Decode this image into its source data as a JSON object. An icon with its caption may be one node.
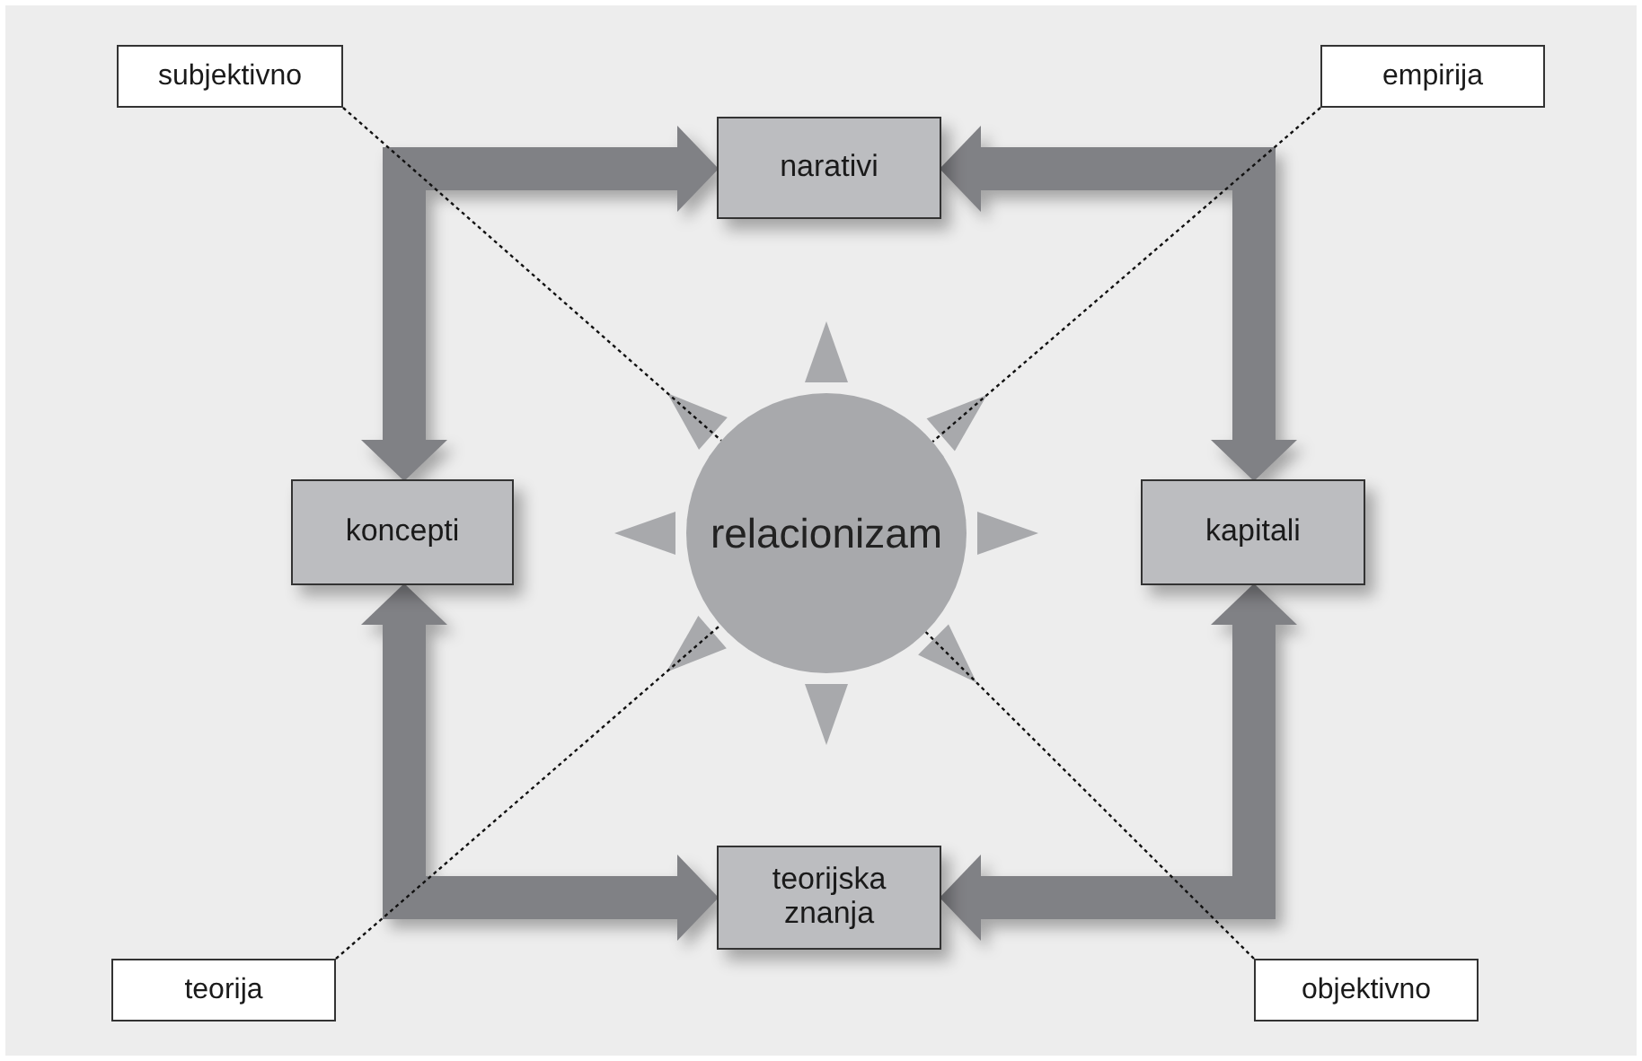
{
  "diagram": {
    "nodes": [
      {
        "text": [
          "subjektivno"
        ]
      },
      {
        "text": [
          "empirija"
        ]
      },
      {
        "text": [
          "narativi"
        ]
      },
      {
        "text": [
          "koncepti"
        ]
      },
      {
        "text": [
          "relacionizam"
        ]
      },
      {
        "text": [
          "kapitali"
        ]
      },
      {
        "text": [
          "teorijska znanja"
        ]
      },
      {
        "text": [
          "teorija"
        ]
      },
      {
        "text": [
          "objektivno"
        ]
      }
    ],
    "edges": [
      {
        "from": 3,
        "to": 2,
        "arrow": "both",
        "style": "thick",
        "color": "#808185"
      },
      {
        "from": 2,
        "to": 5,
        "arrow": "both",
        "style": "thick",
        "color": "#808185"
      },
      {
        "from": 3,
        "to": 6,
        "arrow": "both",
        "style": "thick",
        "color": "#808185"
      },
      {
        "from": 5,
        "to": 6,
        "arrow": "both",
        "style": "thick",
        "color": "#808185"
      },
      {
        "from": 0,
        "to": 4,
        "arrow": "none",
        "style": "dashed",
        "color": "#111111"
      },
      {
        "from": 1,
        "to": 4,
        "arrow": "none",
        "style": "dashed",
        "color": "#111111"
      },
      {
        "from": 7,
        "to": 4,
        "arrow": "none",
        "style": "dashed",
        "color": "#111111"
      },
      {
        "from": 8,
        "to": 4,
        "arrow": "none",
        "style": "dashed",
        "color": "#111111"
      }
    ]
  }
}
